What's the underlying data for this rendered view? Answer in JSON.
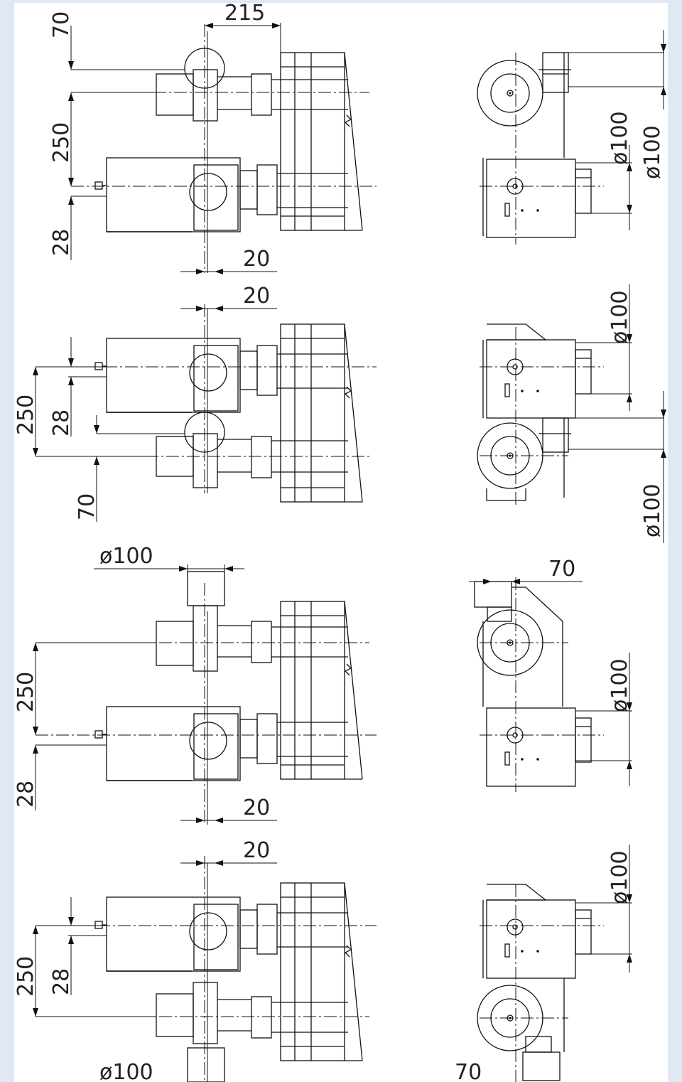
{
  "labels": {
    "v1_215": "215",
    "v1_70": "70",
    "v1_250": "250",
    "v1_28": "28",
    "v1_20": "20",
    "v1_d100a": "ø100",
    "v1_d100b": "ø100",
    "v2_20": "20",
    "v2_250": "250",
    "v2_28": "28",
    "v2_70": "70",
    "v2_d100a": "ø100",
    "v2_d100b": "ø100",
    "v3_d100": "ø100",
    "v3_250": "250",
    "v3_28": "28",
    "v3_20": "20",
    "v3_70": "70",
    "v3_d100r": "ø100",
    "v4_20": "20",
    "v4_250": "250",
    "v4_28": "28",
    "v4_d100": "ø100",
    "v4_70": "70",
    "v4_d100r": "ø100"
  }
}
